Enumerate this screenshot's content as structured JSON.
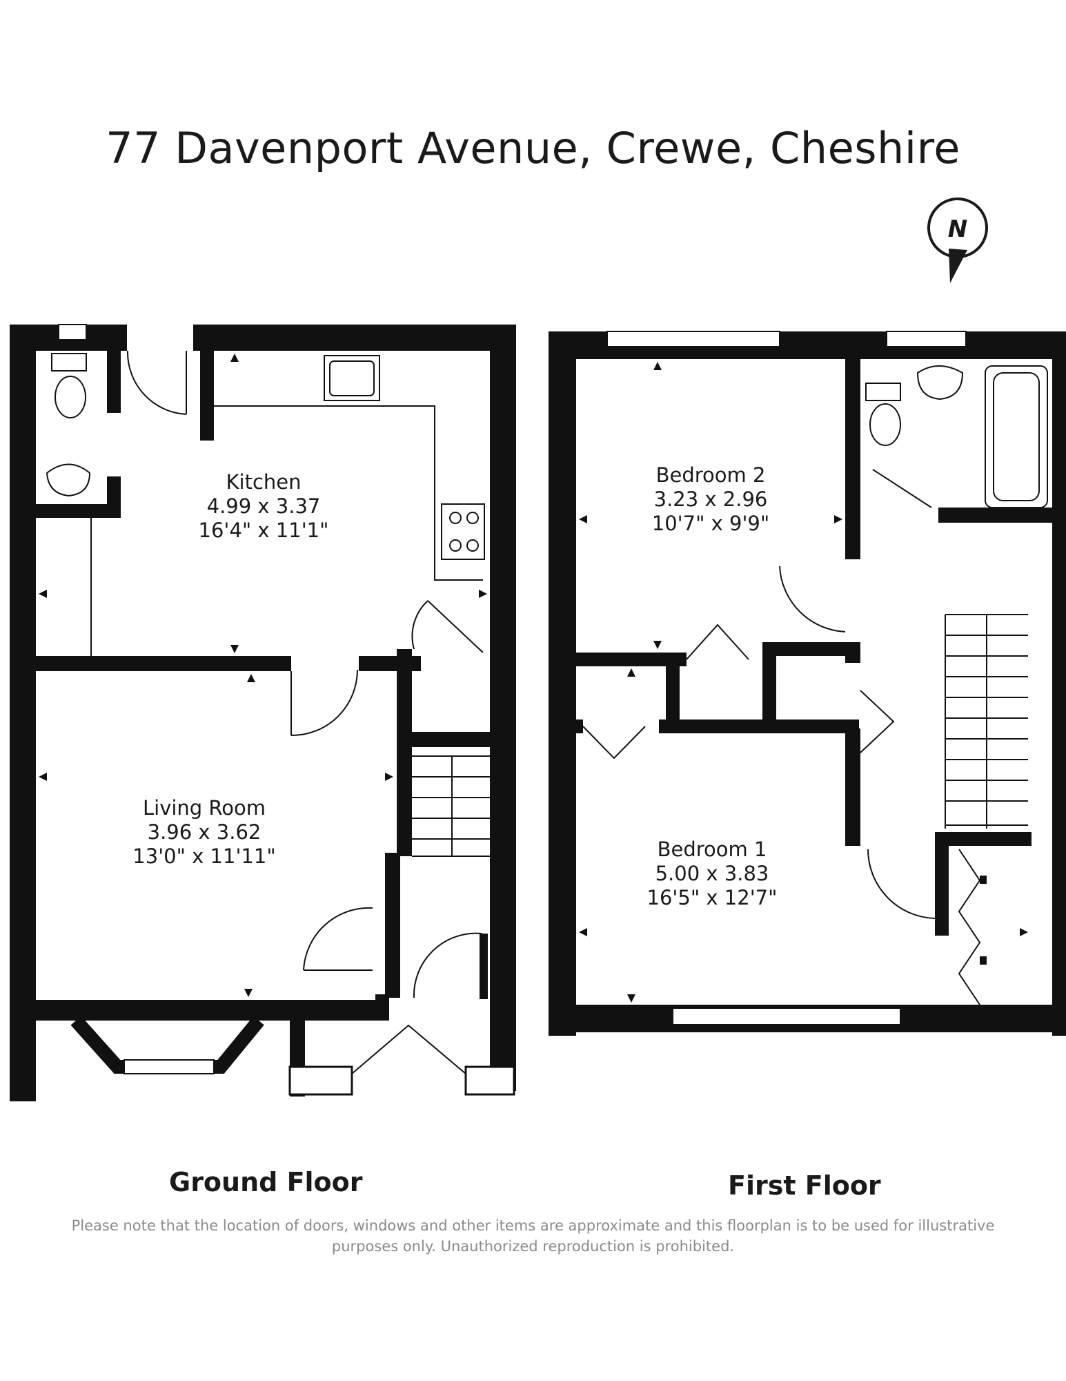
{
  "title": "77 Davenport Avenue, Crewe, Cheshire",
  "compass": {
    "label": "N"
  },
  "floors": [
    {
      "label": "Ground Floor"
    },
    {
      "label": "First Floor"
    }
  ],
  "rooms": {
    "kitchen": {
      "name": "Kitchen",
      "metric": "4.99 x 3.37",
      "imperial": "16'4\" x 11'1\""
    },
    "living": {
      "name": "Living Room",
      "metric": "3.96 x 3.62",
      "imperial": "13'0\" x 11'11\""
    },
    "bedroom2": {
      "name": "Bedroom 2",
      "metric": "3.23 x 2.96",
      "imperial": "10'7\" x 9'9\""
    },
    "bedroom1": {
      "name": "Bedroom 1",
      "metric": "5.00 x 3.83",
      "imperial": "16'5\" x 12'7\""
    }
  },
  "disclaimer": [
    "Please note that the location of doors, windows and other items are approximate and this floorplan is to be used for illustrative",
    "purposes only. Unauthorized reproduction is prohibited."
  ]
}
